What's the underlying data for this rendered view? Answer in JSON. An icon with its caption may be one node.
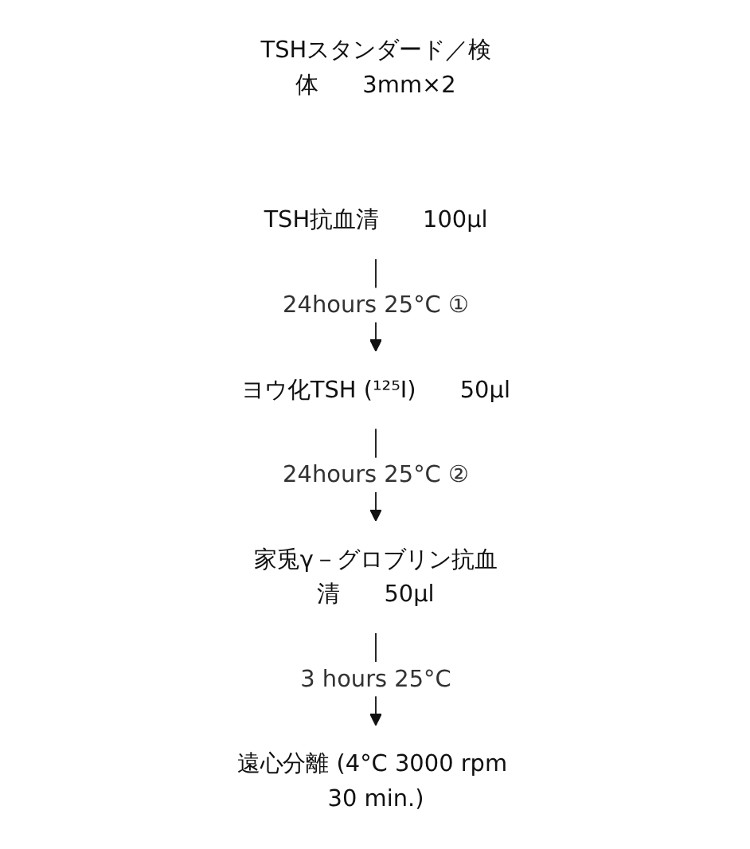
{
  "diagram": {
    "nodes": [
      {
        "text": [
          "TSHスタンダード／検体"
        ],
        "beside": [
          "3mm×2"
        ]
      },
      {
        "text": [
          "TSH抗血清"
        ],
        "beside": [
          "100μl"
        ]
      },
      {
        "text": [
          "ヨウ化TSH (¹²⁵I)"
        ],
        "beside": [
          "50μl"
        ]
      },
      {
        "text": [
          "家兎γ－グロブリン抗血清"
        ],
        "beside": [
          "50μl"
        ]
      },
      {
        "text": [
          "遠心分離 (4°C 3000 rpm 30 min.)"
        ]
      }
    ],
    "edges": [
      {
        "from": 1,
        "to": 2,
        "arrow": "to",
        "label": "24hours 25°C ①"
      },
      {
        "from": 2,
        "to": 3,
        "arrow": "to",
        "label": "24hours 25°C ②"
      },
      {
        "from": 3,
        "to": 4,
        "arrow": "to",
        "label": "3 hours 25°C"
      }
    ]
  }
}
